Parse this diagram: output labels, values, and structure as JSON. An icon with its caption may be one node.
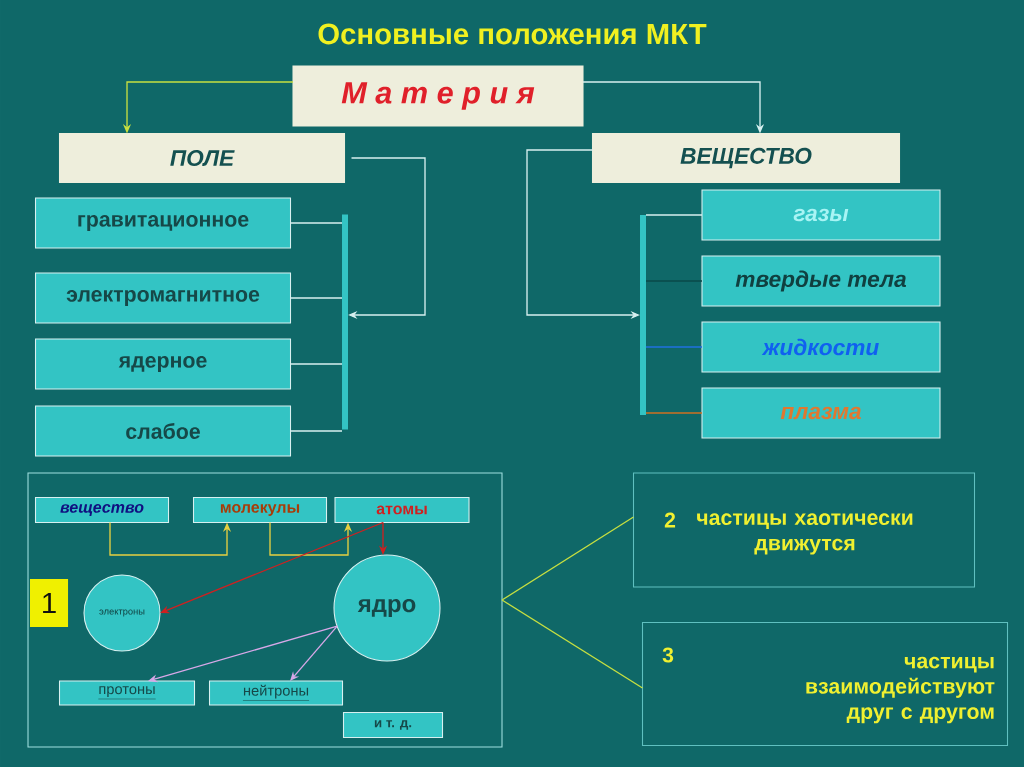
{
  "diagram": {
    "title": "Основные положения МКТ",
    "nodes": [
      {
        "text": [
          "М а т е р и я"
        ]
      },
      {
        "text": [
          "ПОЛЕ"
        ]
      },
      {
        "text": [
          "ВЕЩЕСТВО"
        ]
      },
      {
        "text": [
          "гравитационное"
        ]
      },
      {
        "text": [
          "электромагнитное"
        ]
      },
      {
        "text": [
          "ядерное"
        ]
      },
      {
        "text": [
          "слабое"
        ]
      },
      {
        "text": [
          "газы"
        ]
      },
      {
        "text": [
          "твердые тела"
        ]
      },
      {
        "text": [
          "жидкости"
        ]
      },
      {
        "text": [
          "плазма"
        ]
      },
      {
        "text": [],
        "shape": "bar"
      },
      {
        "text": [],
        "shape": "bar"
      },
      {
        "text": [],
        "shape": "box"
      },
      {
        "text": [
          "1"
        ],
        "in": 13
      },
      {
        "text": [
          "вещество"
        ],
        "in": 13
      },
      {
        "text": [
          "молекулы"
        ],
        "in": 13
      },
      {
        "text": [
          "атомы"
        ],
        "in": 13
      },
      {
        "text": [
          "электроны"
        ],
        "in": 13
      },
      {
        "text": [
          "ядро"
        ],
        "in": 13
      },
      {
        "text": [
          "протоны"
        ],
        "in": 13
      },
      {
        "text": [
          "нейтроны"
        ],
        "in": 13
      },
      {
        "text": [
          "и т. д."
        ],
        "in": 13
      },
      {
        "text": [
          "2",
          "частицы хаотически движутся"
        ]
      },
      {
        "text": [
          "3",
          "частицы взаимодействуют друг с другом"
        ]
      }
    ],
    "edges": [
      {
        "from": 0,
        "to": 1,
        "arrow": "to",
        "color": "#c8e040"
      },
      {
        "from": 0,
        "to": 2,
        "arrow": "to"
      },
      {
        "from": 1,
        "to": 11,
        "arrow": "to"
      },
      {
        "from": 3,
        "to": 11,
        "arrow": "none"
      },
      {
        "from": 4,
        "to": 11,
        "arrow": "none"
      },
      {
        "from": 5,
        "to": 11,
        "arrow": "none"
      },
      {
        "from": 6,
        "to": 11,
        "arrow": "none"
      },
      {
        "from": 2,
        "to": 12,
        "arrow": "to"
      },
      {
        "from": 7,
        "to": 12,
        "arrow": "none"
      },
      {
        "from": 8,
        "to": 12,
        "arrow": "none",
        "color": "#0a4848"
      },
      {
        "from": 9,
        "to": 12,
        "arrow": "none",
        "color": "#2070e0"
      },
      {
        "from": 10,
        "to": 12,
        "arrow": "none",
        "color": "#d07020"
      },
      {
        "from": 15,
        "to": 16,
        "arrow": "to",
        "color": "#e8d040"
      },
      {
        "from": 16,
        "to": 17,
        "arrow": "to",
        "color": "#e8d040"
      },
      {
        "from": 17,
        "to": 18,
        "arrow": "to",
        "color": "#d02020"
      },
      {
        "from": 17,
        "to": 19,
        "arrow": "to",
        "color": "#d02020"
      },
      {
        "from": 19,
        "to": 20,
        "arrow": "to",
        "color": "#d8a8e8"
      },
      {
        "from": 19,
        "to": 21,
        "arrow": "to",
        "color": "#d8a8e8"
      },
      {
        "from": 13,
        "to": 23,
        "arrow": "none",
        "color": "#c8e040"
      },
      {
        "from": 13,
        "to": 24,
        "arrow": "none",
        "color": "#c8e040"
      }
    ]
  }
}
